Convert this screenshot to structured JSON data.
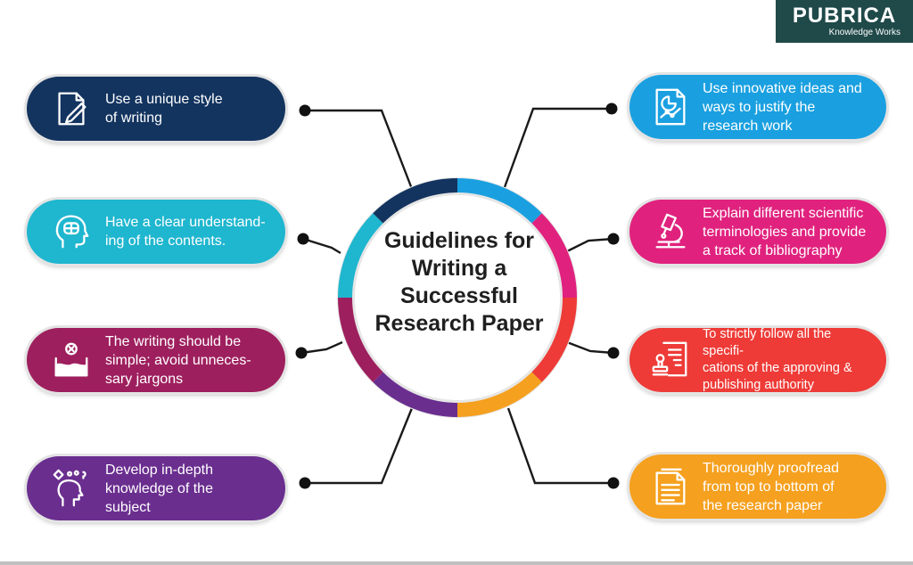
{
  "center": {
    "title_lines": [
      "Guidelines for",
      "Writing a",
      "Successful",
      "Research Paper"
    ]
  },
  "logo": {
    "word": "PUBRICA",
    "tagline": "Knowledge Works",
    "bg": "#1f4a49"
  },
  "nodes": [
    {
      "side": "left",
      "color": "#13345f",
      "icon": "writing-pen-icon",
      "lines": [
        "Use a unique style",
        "of writing"
      ]
    },
    {
      "side": "left",
      "color": "#1fb6cf",
      "icon": "brain-head-icon",
      "lines": [
        "Have a clear understand-",
        "ing of the contents."
      ]
    },
    {
      "side": "left",
      "color": "#9e1f5e",
      "icon": "beaker-cancel-icon",
      "lines": [
        "The writing should be",
        "simple; avoid unneces-",
        "sary jargons"
      ]
    },
    {
      "side": "left",
      "color": "#6a2e8f",
      "icon": "knowledge-head-icon",
      "lines": [
        "Develop in-depth",
        "knowledge of the",
        "subject"
      ]
    },
    {
      "side": "right",
      "color": "#1aa0e0",
      "icon": "idea-chart-icon",
      "lines": [
        "Use innovative ideas and",
        "ways to justify the",
        "research work"
      ]
    },
    {
      "side": "right",
      "color": "#e0227e",
      "icon": "microscope-icon",
      "lines": [
        "Explain different scientific",
        "terminologies and provide",
        "a track of bibliography"
      ]
    },
    {
      "side": "right",
      "color": "#ee3b37",
      "icon": "stamp-document-icon",
      "lines": [
        "To strictly follow all the specifi-",
        "cations of the approving &",
        "publishing authority"
      ]
    },
    {
      "side": "right",
      "color": "#f5a01e",
      "icon": "proofread-document-icon",
      "lines": [
        "Thoroughly proofread",
        "from top to bottom of",
        "the research paper"
      ]
    }
  ]
}
